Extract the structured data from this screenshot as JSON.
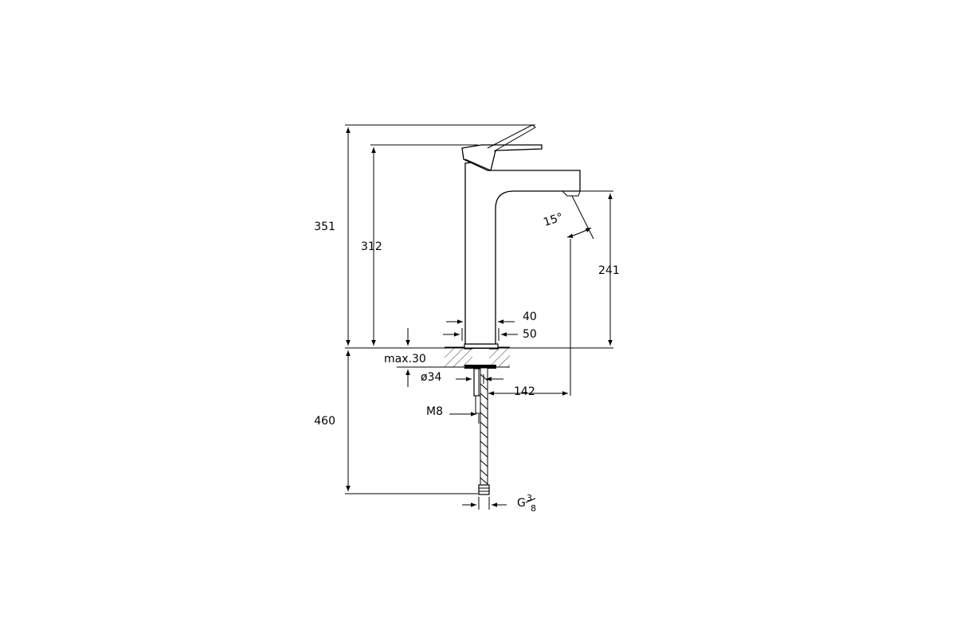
{
  "dimensions": {
    "total_height": "351",
    "spout_height": "312",
    "outlet_height": "241",
    "body_width": "40",
    "base_width": "50",
    "max_thickness": "max.30",
    "hole_diameter": "ø34",
    "projection": "142",
    "stud_thread": "M8",
    "hose_depth": "460",
    "connection_thread": "G",
    "connection_num": "3",
    "connection_den": "8",
    "spout_angle": "15°"
  },
  "colors": {
    "line": "#000000",
    "background": "#ffffff"
  }
}
